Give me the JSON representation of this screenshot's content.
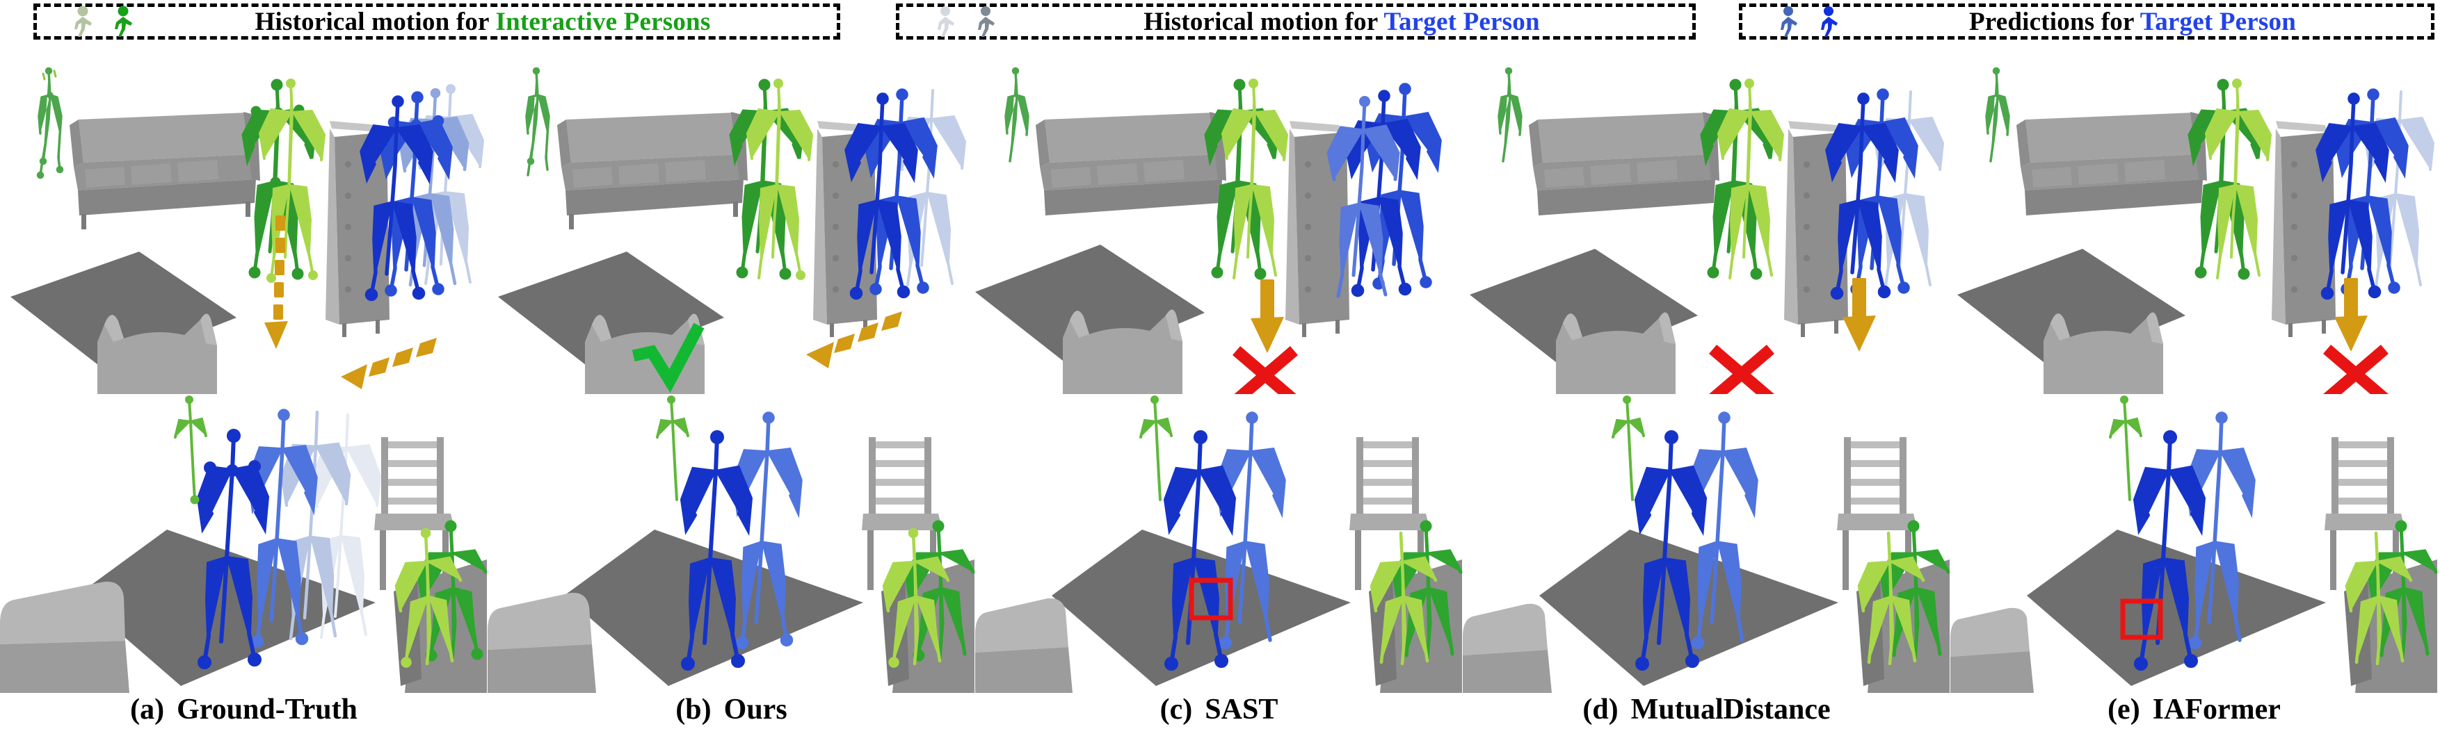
{
  "figure": {
    "title": "Qualitative comparison of human motion prediction in 3D scenes",
    "background_color": "#ffffff"
  },
  "legend": {
    "items": [
      {
        "id": "legend-interactive-persons",
        "icons": [
          "walking-person-icon-faded-green",
          "walking-person-icon-green"
        ],
        "icon_colors": [
          "#b3c4a0",
          "#1aa01a"
        ],
        "text_prefix": "Historical motion for ",
        "text_highlight": "Interactive Persons",
        "highlight_color": "#16a016"
      },
      {
        "id": "legend-target-person-history",
        "icons": [
          "walking-person-icon-light-gray",
          "walking-person-icon-gray"
        ],
        "icon_colors": [
          "#d3d9df",
          "#7f8a96"
        ],
        "text_prefix": "Historical motion for ",
        "text_highlight": "Target Person",
        "highlight_color": "#2242e8"
      },
      {
        "id": "legend-target-person-predictions",
        "icons": [
          "walking-person-icon-steel-blue",
          "walking-person-icon-blue"
        ],
        "icon_colors": [
          "#4566b8",
          "#1230e0"
        ],
        "text_prefix": "Predictions for ",
        "text_highlight": "Target Person",
        "highlight_color": "#2242e8"
      }
    ]
  },
  "panels": [
    {
      "tag": "(a)",
      "label": "Ground-Truth",
      "top_scene": {
        "objects": [
          "sofa",
          "cabinet",
          "carpet",
          "armchair"
        ],
        "skeleton_groups": [
          "interactive-persons-green",
          "target-person-blue"
        ],
        "annotations": [
          "gold-dotted-down-arrow",
          "gold-dashed-left-arrow"
        ]
      },
      "bottom_scene": {
        "objects": [
          "armchair",
          "carpet",
          "chair",
          "armchair-right"
        ],
        "skeleton_groups": [
          "target-person-blue",
          "interactive-persons-green"
        ],
        "annotations": []
      }
    },
    {
      "tag": "(b)",
      "label": "Ours",
      "top_scene": {
        "objects": [
          "sofa",
          "cabinet",
          "carpet",
          "armchair"
        ],
        "skeleton_groups": [
          "interactive-persons-green",
          "target-person-blue"
        ],
        "annotations": [
          "gold-dashed-left-arrow",
          "green-check-mark"
        ]
      },
      "bottom_scene": {
        "objects": [
          "armchair",
          "carpet",
          "chair",
          "armchair-right"
        ],
        "skeleton_groups": [
          "target-person-blue",
          "interactive-persons-green"
        ],
        "annotations": []
      }
    },
    {
      "tag": "(c)",
      "label": "SAST",
      "top_scene": {
        "objects": [
          "sofa",
          "cabinet",
          "carpet",
          "armchair"
        ],
        "skeleton_groups": [
          "interactive-persons-green",
          "target-person-blue"
        ],
        "annotations": [
          "gold-down-arrow",
          "red-cross-mark"
        ]
      },
      "bottom_scene": {
        "objects": [
          "armchair",
          "carpet",
          "chair",
          "armchair-right"
        ],
        "skeleton_groups": [
          "target-person-blue",
          "interactive-persons-green"
        ],
        "annotations": [
          "red-highlight-box"
        ]
      }
    },
    {
      "tag": "(d)",
      "label": "MutualDistance",
      "top_scene": {
        "objects": [
          "sofa",
          "cabinet",
          "carpet",
          "armchair"
        ],
        "skeleton_groups": [
          "interactive-persons-green",
          "target-person-blue"
        ],
        "annotations": [
          "gold-down-arrow",
          "red-cross-mark"
        ]
      },
      "bottom_scene": {
        "objects": [
          "armchair",
          "carpet",
          "chair",
          "armchair-right"
        ],
        "skeleton_groups": [
          "target-person-blue",
          "interactive-persons-green"
        ],
        "annotations": []
      }
    },
    {
      "tag": "(e)",
      "label": "IAFormer",
      "top_scene": {
        "objects": [
          "sofa",
          "cabinet",
          "carpet",
          "armchair"
        ],
        "skeleton_groups": [
          "interactive-persons-green",
          "target-person-blue"
        ],
        "annotations": [
          "gold-down-arrow",
          "red-cross-mark"
        ]
      },
      "bottom_scene": {
        "objects": [
          "armchair",
          "carpet",
          "chair",
          "armchair-right"
        ],
        "skeleton_groups": [
          "target-person-blue",
          "interactive-persons-green"
        ],
        "annotations": [
          "red-highlight-box"
        ]
      }
    }
  ],
  "colors": {
    "green_dark": "#1f9c22",
    "green_light": "#a8d84a",
    "blue_dark": "#1533c8",
    "blue_mid": "#3a63d8",
    "blue_light": "#c3cfe8",
    "gold": "#d39a13",
    "red": "#e81414",
    "check_green": "#13b832",
    "furniture_gray": "#9a9a9a",
    "rug_gray": "#6f6f6f"
  }
}
